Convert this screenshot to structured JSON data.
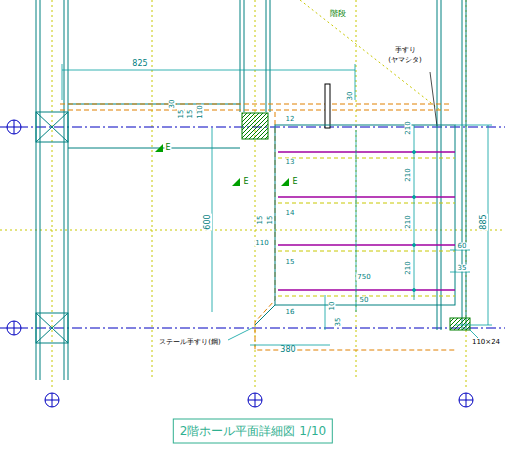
{
  "diagram": {
    "title": "2階ホール平面詳細図 1/10",
    "labels": [
      "階段",
      "手すり",
      "(ヤマシタ)",
      "825",
      "30",
      "15",
      "15",
      "110",
      "30",
      "12",
      "13",
      "14",
      "15",
      "16",
      "E",
      "E",
      "E",
      "600",
      "15",
      "15",
      "110",
      "210",
      "210",
      "210",
      "210",
      "60",
      "35",
      "885",
      "750",
      "50",
      "10",
      "35",
      "380",
      "110×24",
      "ステール手すり(鋼)"
    ]
  }
}
